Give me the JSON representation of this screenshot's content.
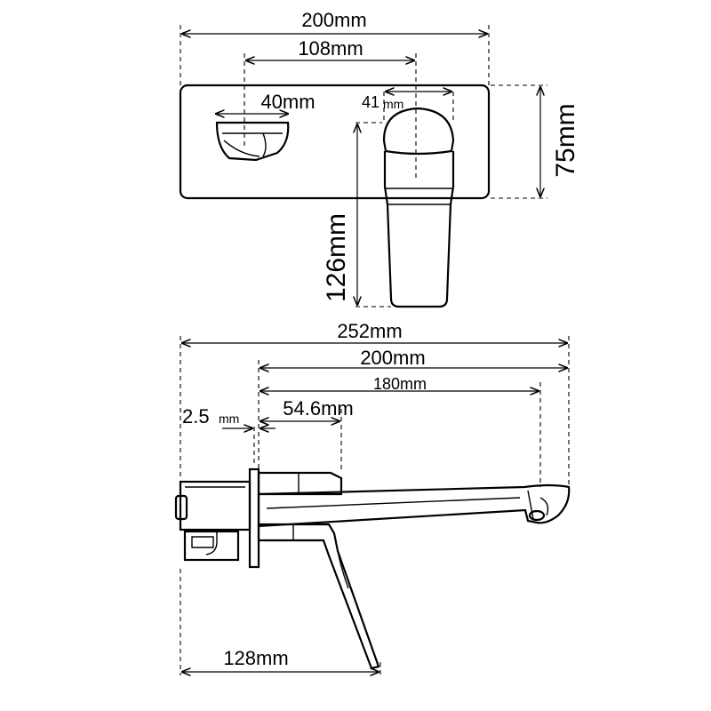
{
  "front_view": {
    "plate_width": "200mm",
    "center_spacing": "108mm",
    "handle_width": "40mm",
    "spout_width_num": "41",
    "spout_width_unit": "mm",
    "plate_height": "75mm",
    "spout_drop": "126mm"
  },
  "side_view": {
    "overall_length": "252mm",
    "spout_length": "200mm",
    "outlet_reach": "180mm",
    "plate_thickness_num": "2.5",
    "plate_thickness_unit": "mm",
    "handle_depth": "54.6mm",
    "handle_length": "128mm"
  }
}
